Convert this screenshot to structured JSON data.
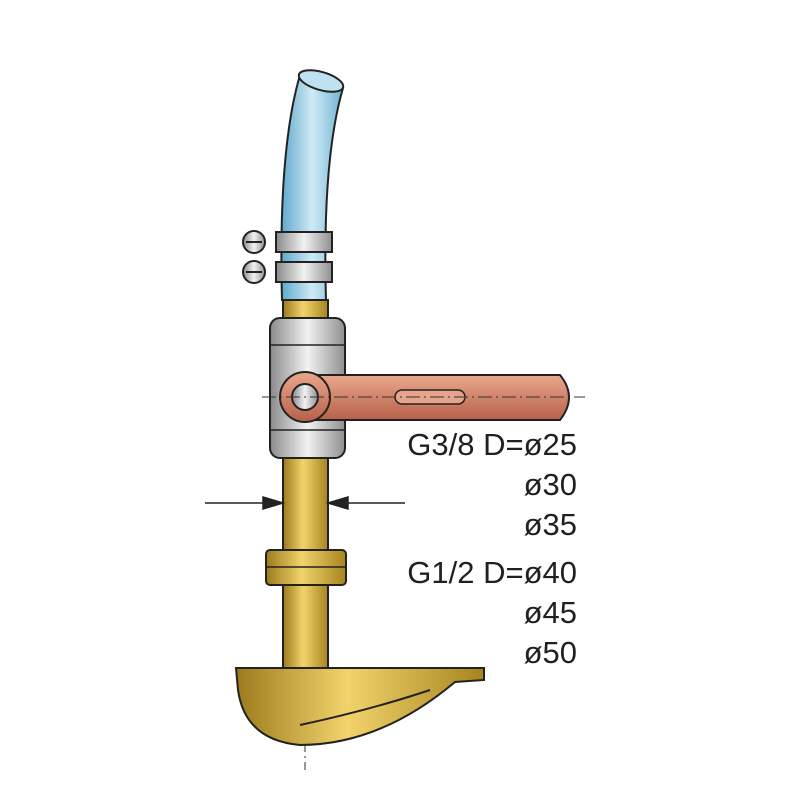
{
  "labels": {
    "g38": "G3/8 D=ø25",
    "d30": "ø30",
    "d35": "ø35",
    "g12": "G1/2 D=ø40",
    "d45": "ø45",
    "d50": "ø50"
  },
  "colors": {
    "hose": "#8ec9e3",
    "handle": "#d98a6b",
    "brass": "#c9a53a",
    "chrome": "#c8c8c8"
  }
}
